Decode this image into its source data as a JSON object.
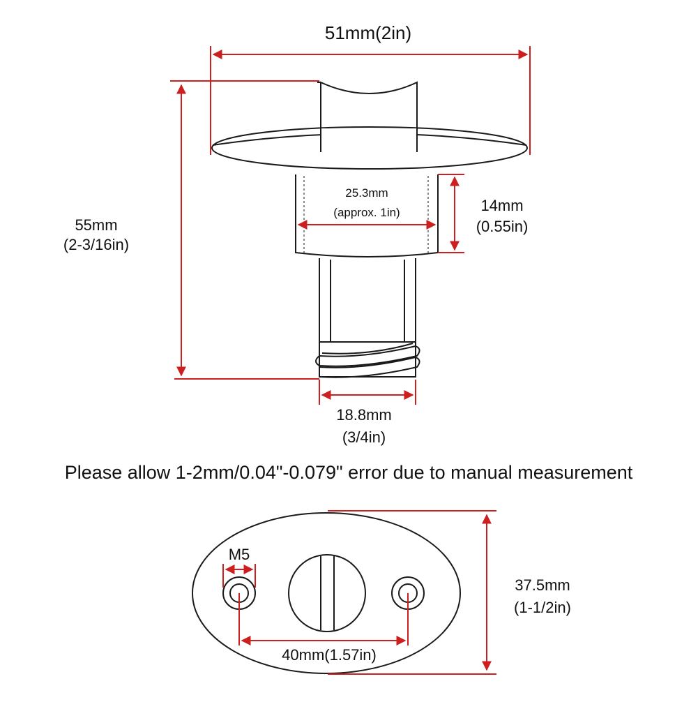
{
  "labels": {
    "overall_width": "51mm(2in)",
    "height_mm": "55mm",
    "height_in": "(2-3/16in)",
    "collar_diameter_mm": "25.3mm",
    "collar_diameter_in": "(approx. 1in)",
    "collar_height_mm": "14mm",
    "collar_height_in": "(0.55in)",
    "thread_diameter_mm": "18.8mm",
    "thread_diameter_in": "(3/4in)",
    "note": "Please allow 1-2mm/0.04\"-0.079\" error due to manual measurement",
    "screw_size": "M5",
    "hole_spacing": "40mm(1.57in)",
    "flange_height_mm": "37.5mm",
    "flange_height_in": "(1-1/2in)"
  },
  "colors": {
    "dimension_line": "#cc1f1f",
    "outline": "#1a1a1a",
    "background": "#ffffff"
  }
}
